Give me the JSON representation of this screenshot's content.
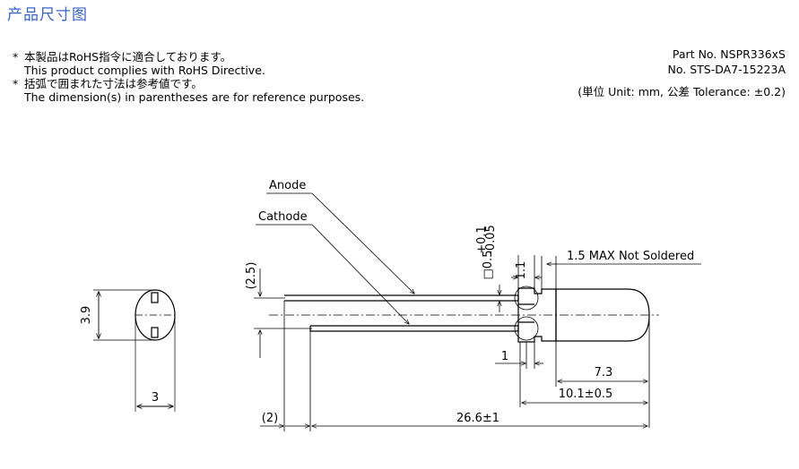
{
  "title": "产品尺寸图",
  "notes": [
    {
      "mark": "*",
      "jp": "本製品はRoHS指令に適合しております。",
      "en": "This product complies with RoHS Directive."
    },
    {
      "mark": "*",
      "jp": "括弧で囲まれた寸法は参考値です。",
      "en": "The dimension(s) in parentheses are for reference purposes."
    }
  ],
  "part_no": "Part No. NSPR336xS",
  "doc_no": "No. STS-DA7-15223A",
  "unit_tolerance": "(単位 Unit: mm,  公差 Tolerance: ±0.2)",
  "labels": {
    "anode": "Anode",
    "cathode": "Cathode",
    "not_soldered": "1.5 MAX Not Soldered"
  },
  "dims": {
    "height_39": "3.9",
    "width_3": "3",
    "lead_gap_25": "(2.5)",
    "lead_sq": "□0.5",
    "lead_tol_plus": "+0.1",
    "lead_tol_minus": "-0.05",
    "stopper_11": "1.1",
    "stopper_1": "1",
    "body_73": "7.3",
    "body_101": "10.1±0.5",
    "offset_2": "(2)",
    "total_266": "26.6±1"
  }
}
